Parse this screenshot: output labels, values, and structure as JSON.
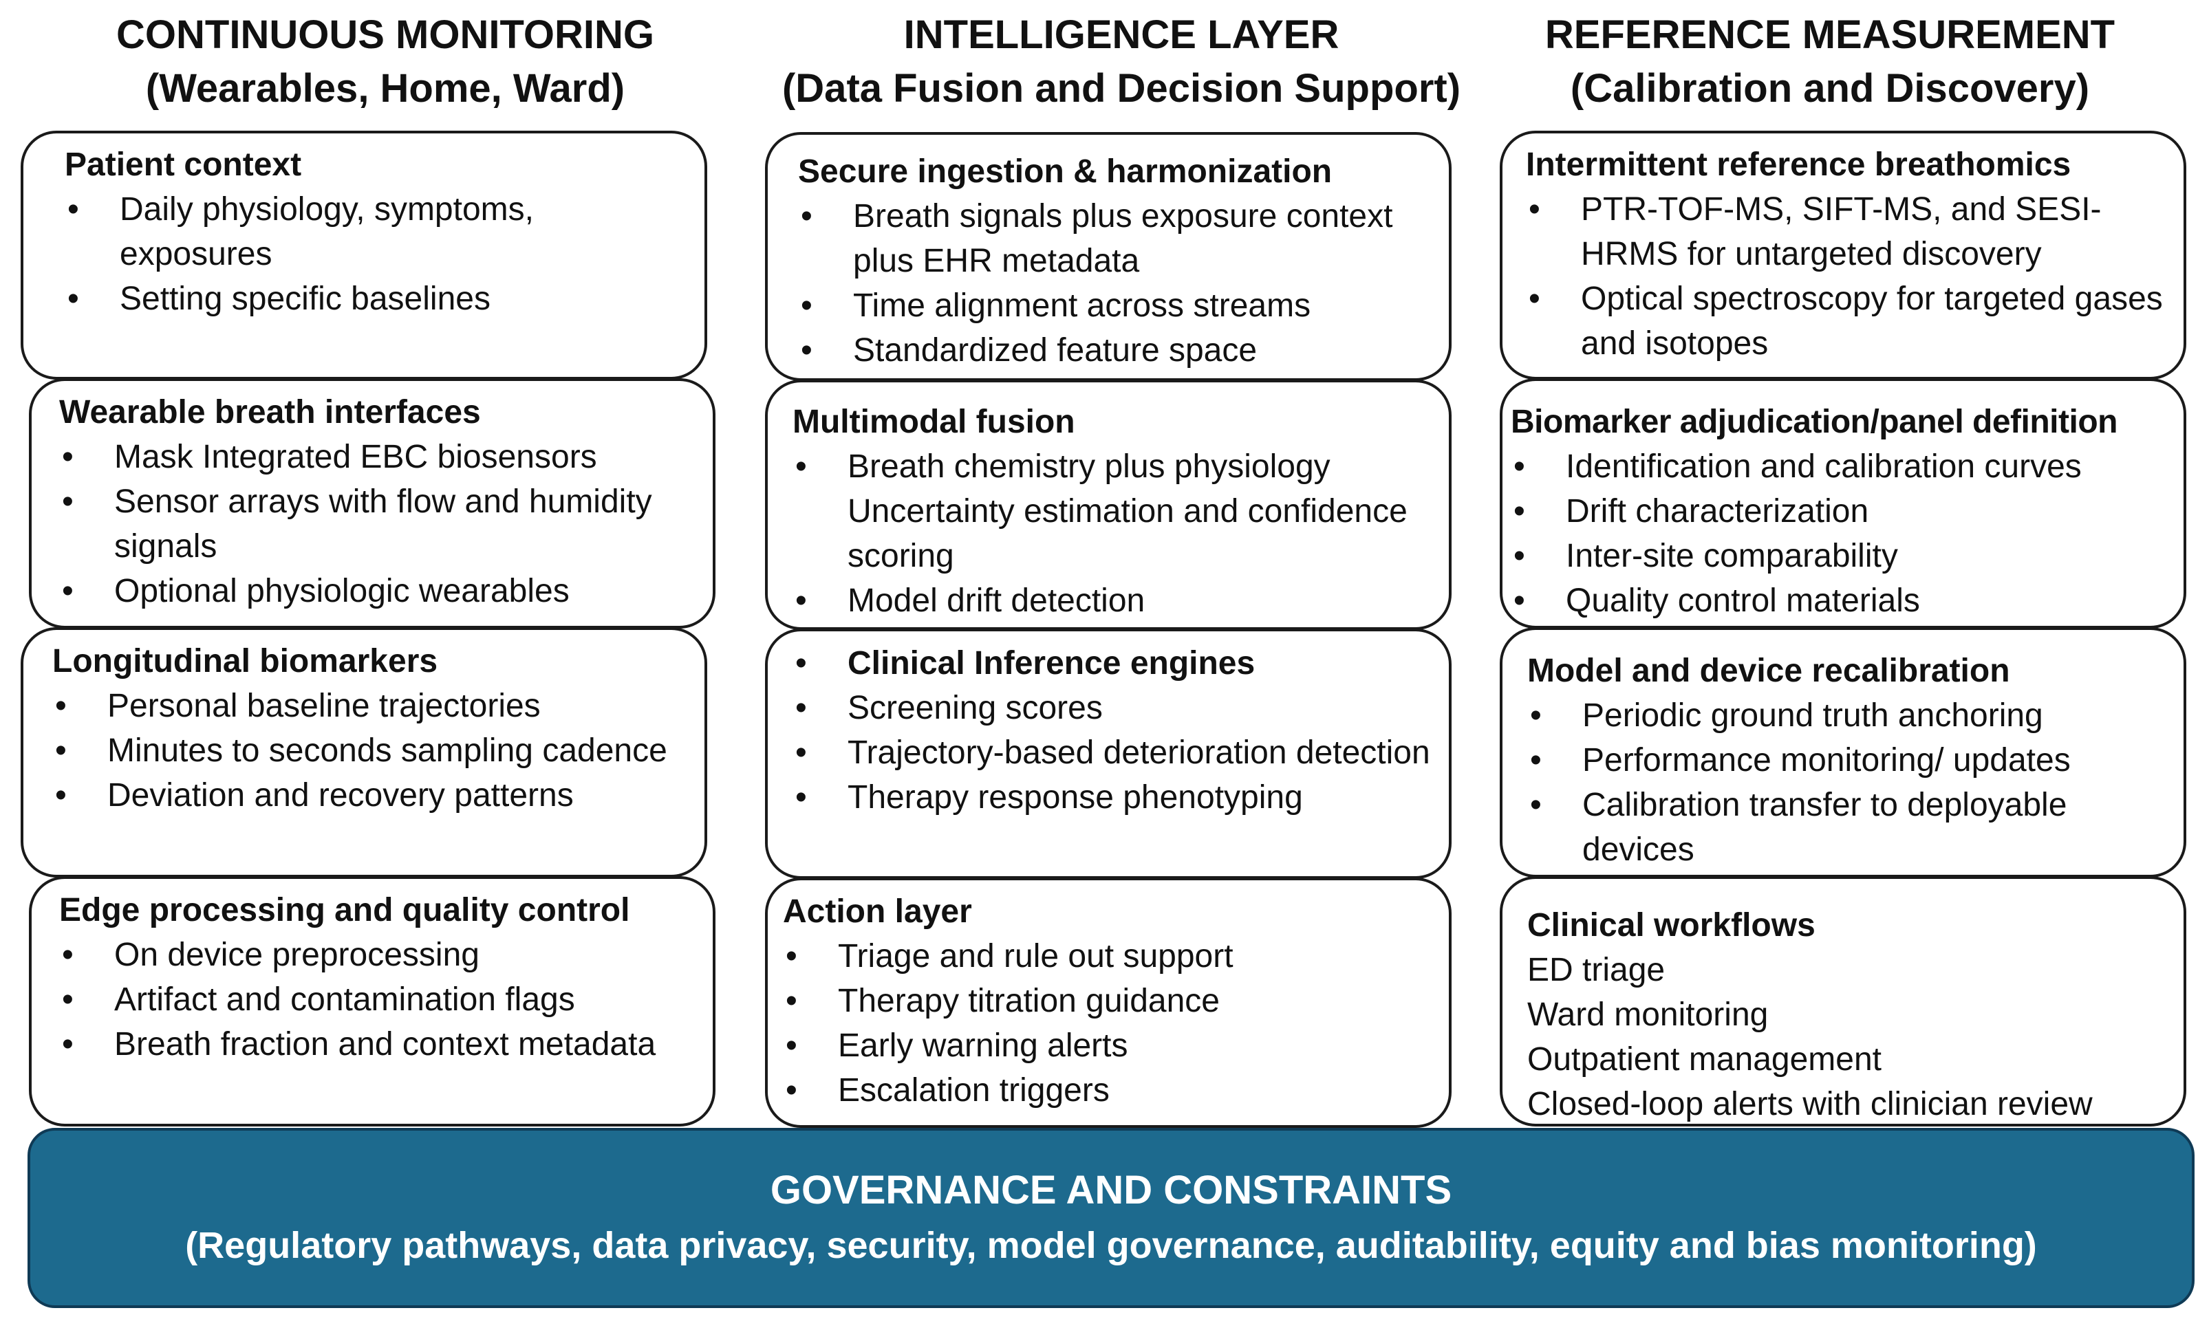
{
  "columns": [
    {
      "header_line1": "CONTINUOUS MONITORING",
      "header_line2": "(Wearables, Home, Ward)",
      "boxes": [
        {
          "title": "Patient context",
          "items": [
            "Daily physiology, symptoms, exposures",
            "Setting specific baselines"
          ]
        },
        {
          "title": "Wearable breath interfaces",
          "items": [
            "Mask Integrated EBC biosensors",
            "Sensor arrays with flow and humidity signals",
            "Optional physiologic wearables"
          ]
        },
        {
          "title": "Longitudinal biomarkers",
          "items": [
            "Personal baseline trajectories",
            "Minutes to seconds sampling cadence",
            "Deviation and recovery patterns"
          ]
        },
        {
          "title": "Edge processing and quality control",
          "items": [
            "On device preprocessing",
            "Artifact and contamination flags",
            "Breath fraction and context metadata"
          ]
        }
      ]
    },
    {
      "header_line1": "INTELLIGENCE LAYER",
      "header_line2": "(Data Fusion and Decision Support)",
      "boxes": [
        {
          "title": "Secure ingestion & harmonization",
          "items": [
            "Breath signals plus exposure context plus EHR metadata",
            "Time alignment across streams",
            "Standardized feature space"
          ]
        },
        {
          "title": "Multimodal fusion",
          "items": [
            "Breath chemistry plus physiology Uncertainty estimation and confidence scoring",
            "Model drift detection"
          ]
        },
        {
          "title": "Clinical Inference engines",
          "items": [
            "Screening scores",
            "Trajectory-based deterioration detection",
            "Therapy response phenotyping"
          ]
        },
        {
          "title": "Action layer",
          "items": [
            "Triage and rule out support",
            "Therapy titration guidance",
            "Early warning alerts",
            "Escalation triggers"
          ]
        }
      ]
    },
    {
      "header_line1": "REFERENCE MEASUREMENT",
      "header_line2": "(Calibration and Discovery)",
      "boxes": [
        {
          "title": "Intermittent reference breathomics",
          "items": [
            "PTR-TOF-MS, SIFT-MS, and SESI-HRMS for untargeted discovery",
            "Optical spectroscopy for targeted gases and isotopes"
          ]
        },
        {
          "title": "Biomarker adjudication/panel definition",
          "items": [
            "Identification and calibration curves",
            "Drift characterization",
            "Inter-site comparability",
            "Quality control materials"
          ]
        },
        {
          "title": "Model and device recalibration",
          "items": [
            "Periodic ground truth anchoring",
            "Performance monitoring/ updates",
            "Calibration transfer to deployable devices"
          ]
        },
        {
          "title": "Clinical workflows",
          "lines": [
            "ED triage",
            "Ward monitoring",
            "Outpatient management",
            "Closed-loop alerts with clinician review"
          ]
        }
      ]
    }
  ],
  "governance": {
    "title": "GOVERNANCE AND CONSTRAINTS",
    "subtitle": "(Regulatory pathways, data privacy, security, model governance, auditability, equity and bias monitoring)"
  },
  "bullet_glyph": "•",
  "colors": {
    "governance_fill": "#1d6a8e",
    "governance_border": "#0f3a55",
    "box_border": "#1a1a1a"
  }
}
